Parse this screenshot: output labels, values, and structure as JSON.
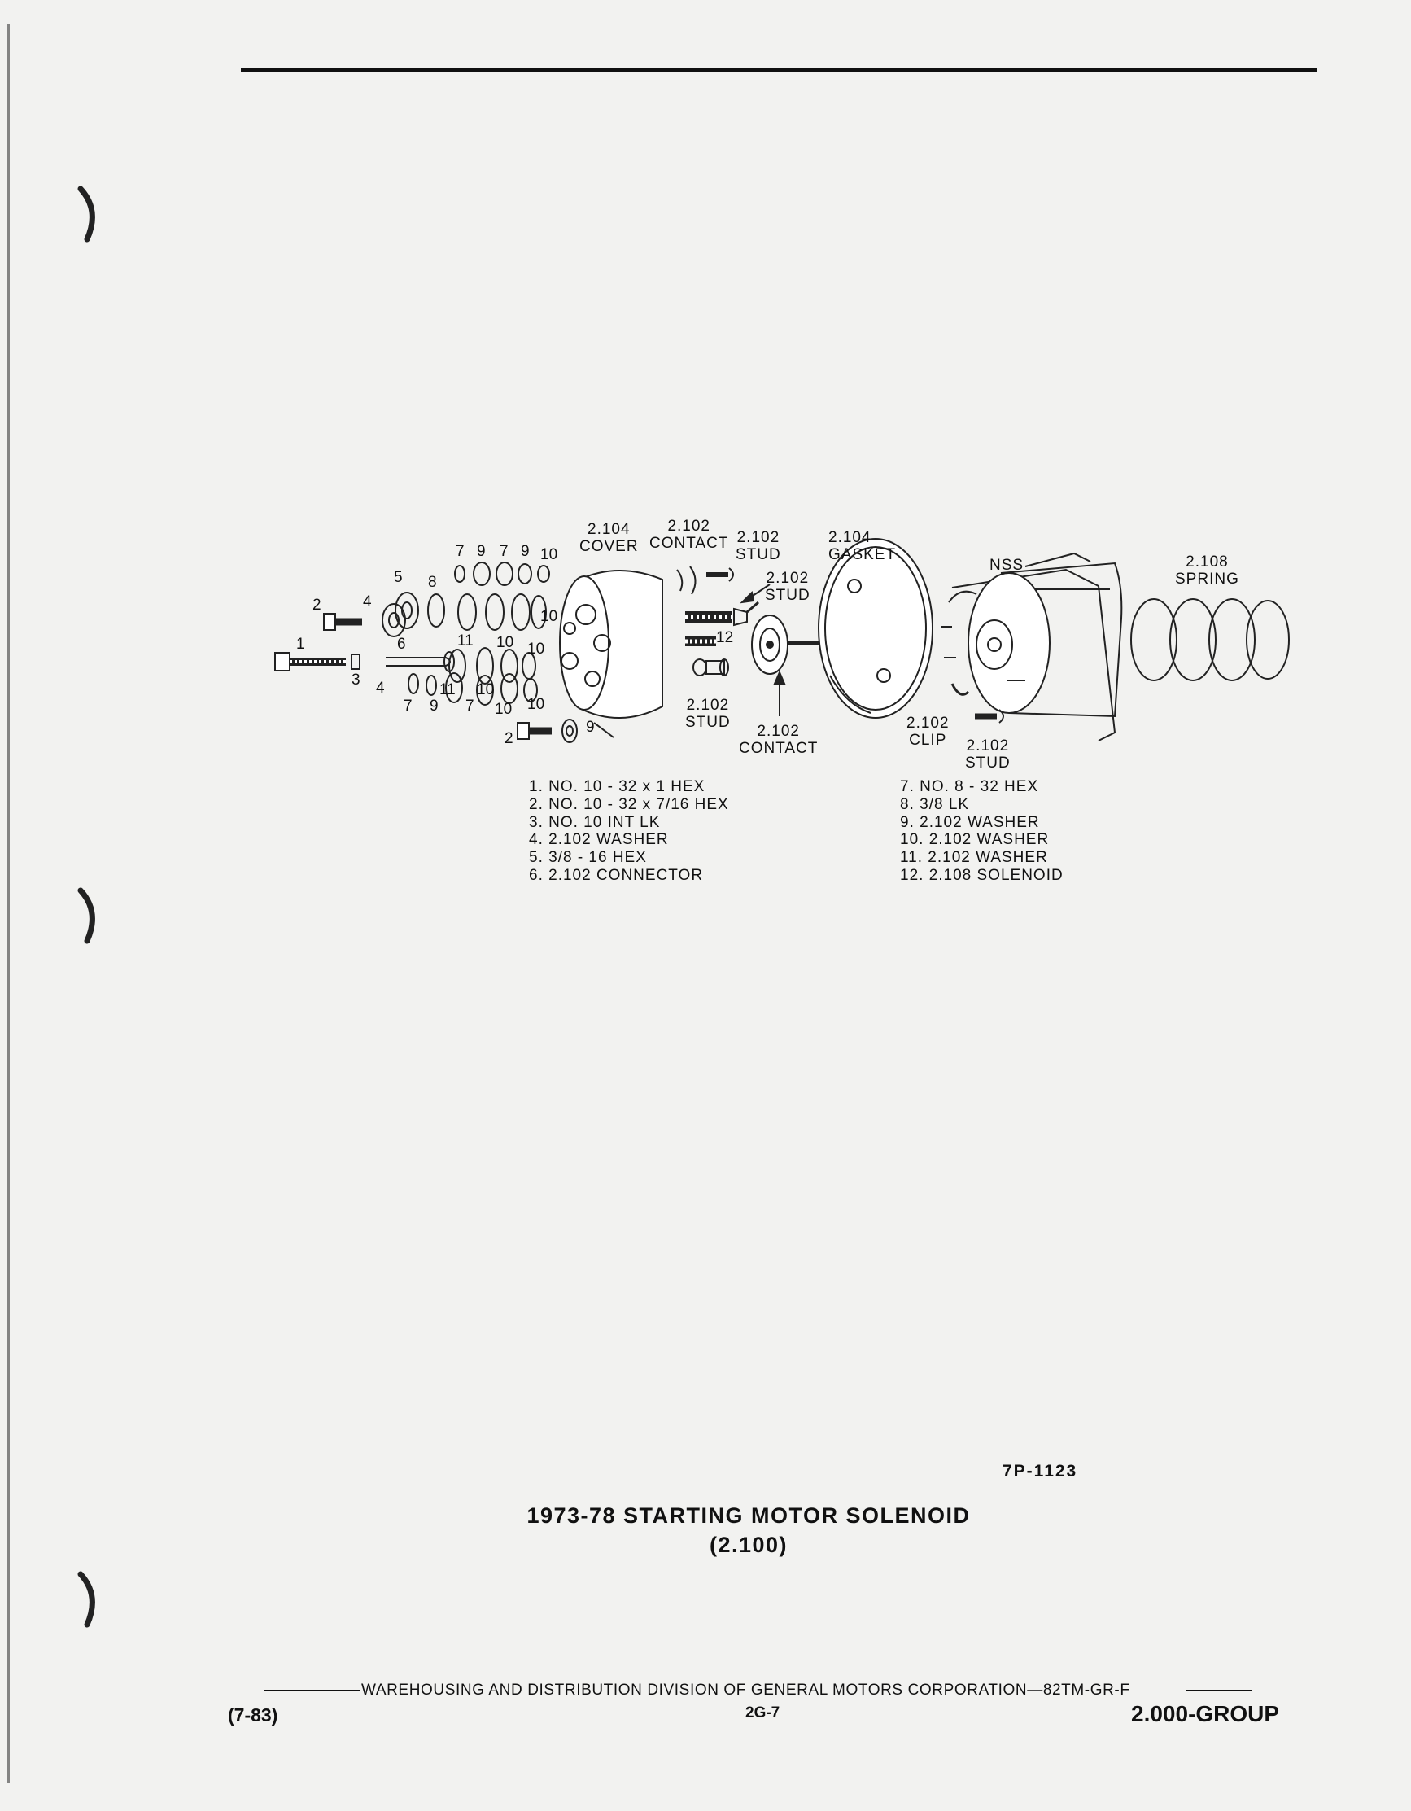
{
  "callouts": {
    "cover_num": "2.104",
    "cover_name": "COVER",
    "contact_top_num": "2.102",
    "contact_top_name": "CONTACT",
    "stud_top_num": "2.102",
    "stud_top_name": "STUD",
    "stud_arrow_num": "2.102",
    "stud_arrow_name": "STUD",
    "gasket_num": "2.104",
    "gasket_name": "GASKET",
    "nss": "NSS",
    "spring_num": "2.108",
    "spring_name": "SPRING",
    "stud_bottom_num": "2.102",
    "stud_bottom_name": "STUD",
    "contact_bottom_num": "2.102",
    "contact_bottom_name": "CONTACT",
    "clip_num": "2.102",
    "clip_name": "CLIP",
    "stud_right_num": "2.102",
    "stud_right_name": "STUD"
  },
  "part_numbers": {
    "n7a": "7",
    "n9a": "9",
    "n7b": "7",
    "n9b": "9",
    "n10a": "10",
    "n5": "5",
    "n8": "8",
    "n2a": "2",
    "n4a": "4",
    "n10b": "10",
    "n1": "1",
    "n6": "6",
    "n11a": "11",
    "n10c": "10",
    "n10d": "10",
    "n3": "3",
    "n4b": "4",
    "n11b": "11",
    "n10e": "10",
    "n7c": "7",
    "n9c": "9",
    "n7d": "7",
    "n10f": "10",
    "n10g": "10",
    "n2b": "2",
    "n9d": "9",
    "n12": "12"
  },
  "legend_left": [
    "1. NO. 10 - 32 x 1 HEX",
    "2. NO. 10 - 32 x 7/16 HEX",
    "3. NO. 10 INT LK",
    "4. 2.102 WASHER",
    "5. 3/8 - 16 HEX",
    "6. 2.102 CONNECTOR"
  ],
  "legend_right": [
    "7. NO. 8 - 32 HEX",
    "8. 3/8 LK",
    "9. 2.102 WASHER",
    "10. 2.102 WASHER",
    "11. 2.102 WASHER",
    "12. 2.108 SOLENOID"
  ],
  "figure_number": "7P-1123",
  "title_line1": "1973-78 STARTING MOTOR SOLENOID",
  "title_line2": "(2.100)",
  "footer": {
    "org": "WAREHOUSING AND DISTRIBUTION  DIVISION OF GENERAL MOTORS CORPORATION—82TM-GR-F",
    "date": "(7-83)",
    "page": "2G-7",
    "group": "2.000-GROUP"
  }
}
